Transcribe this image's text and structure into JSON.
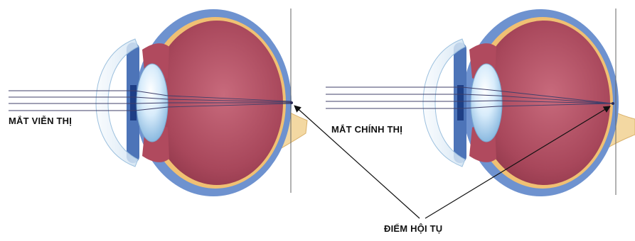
{
  "labels": {
    "hyperopia": "MẮT VIỄN THỊ",
    "normal": "MẮT CHÍNH THỊ",
    "focal_point": "ĐIỂM HỘI TỤ"
  }
}
